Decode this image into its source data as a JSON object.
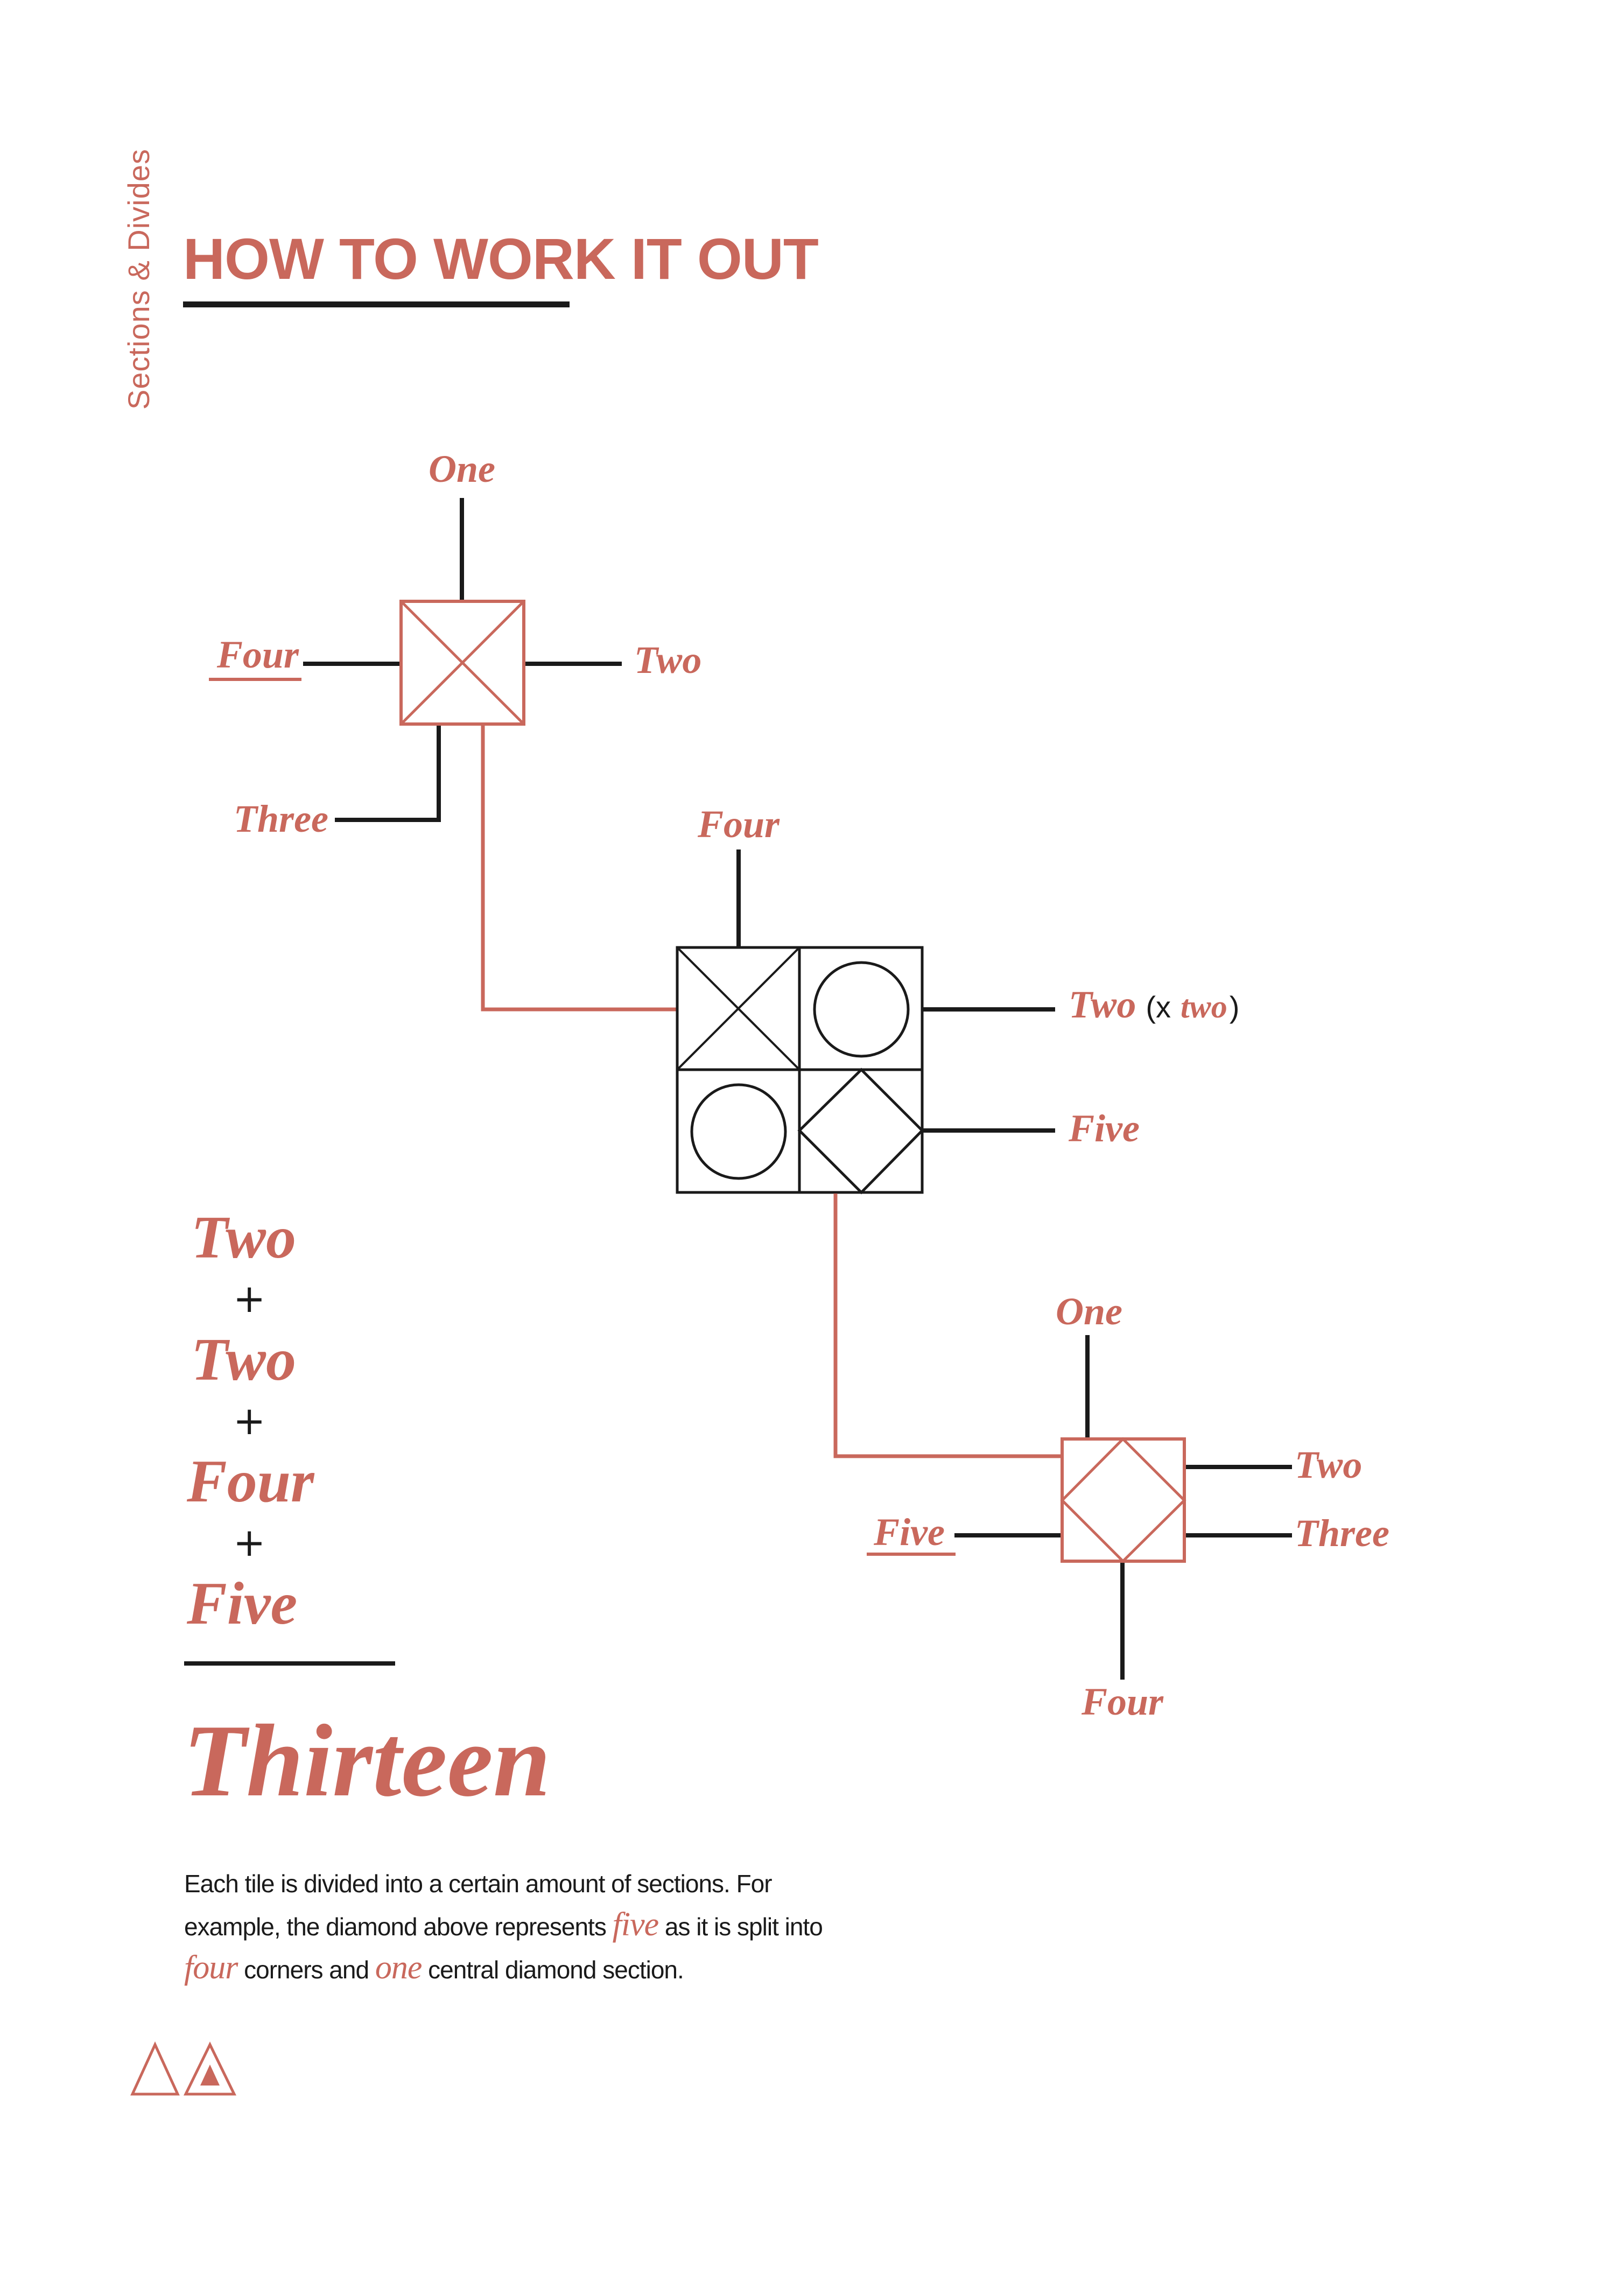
{
  "sidebar": {
    "label": "Sections & Divides"
  },
  "header": {
    "title": "HOW TO WORK IT OUT"
  },
  "diagram": {
    "tile1": {
      "top": "One",
      "right": "Two",
      "left": "Four",
      "bottom_left": "Three"
    },
    "tile2": {
      "top": "Four",
      "right_top": "Two",
      "right_top_open": "(x",
      "right_top_mult": "two",
      "right_top_close": ")",
      "right_bottom": "Five"
    },
    "tile3": {
      "top": "One",
      "right_top": "Two",
      "right_bottom": "Three",
      "left": "Five",
      "bottom": "Four"
    }
  },
  "summary": {
    "terms": [
      "Two",
      "Two",
      "Four",
      "Five"
    ],
    "operator": "+",
    "total": "Thirteen"
  },
  "explanation": {
    "part1": "Each tile is divided into a certain amount of sections. For example, the diamond above represents",
    "em1": "five",
    "part2": "as it is split into",
    "em2": "four",
    "part3": "corners and",
    "em3": "one",
    "part4": "central diamond section."
  },
  "colors": {
    "accent": "#c9685c",
    "ink": "#1a1a1a",
    "background": "#ffffff"
  },
  "icons": [
    "triangle-outline-icon",
    "triangle-filled-icon"
  ]
}
